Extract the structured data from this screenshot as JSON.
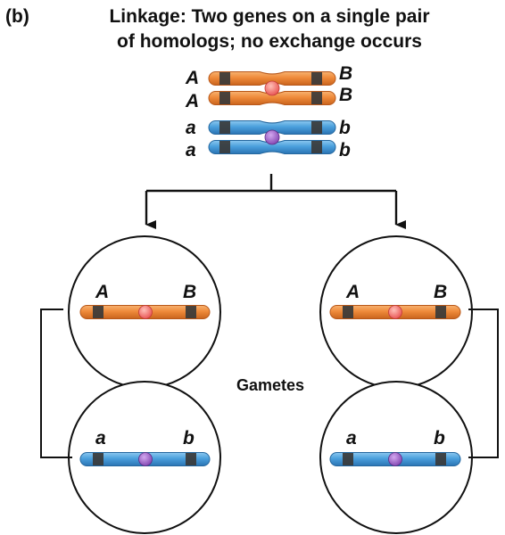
{
  "figure": {
    "panel_label": "(b)",
    "title_line1": "Linkage: Two genes on a single pair",
    "title_line2": "of homologs; no exchange occurs",
    "gametes_label": "Gametes",
    "colors": {
      "orange_chromosome": "#ef8a3a",
      "blue_chromosome": "#4a9fdc",
      "gene_band": "#3a3a3a",
      "orange_centromere": "#f26a6a",
      "blue_centromere": "#9b5fc0"
    }
  },
  "parent_homologs": {
    "orange_pair": [
      {
        "left_allele": "A",
        "right_allele": "B"
      },
      {
        "left_allele": "A",
        "right_allele": "B"
      }
    ],
    "blue_pair": [
      {
        "left_allele": "a",
        "right_allele": "b"
      },
      {
        "left_allele": "a",
        "right_allele": "b"
      }
    ]
  },
  "gametes": {
    "left_top": {
      "left_allele": "A",
      "right_allele": "B",
      "color": "orange"
    },
    "left_bottom": {
      "left_allele": "a",
      "right_allele": "b",
      "color": "blue"
    },
    "right_top": {
      "left_allele": "A",
      "right_allele": "B",
      "color": "orange"
    },
    "right_bottom": {
      "left_allele": "a",
      "right_allele": "b",
      "color": "blue"
    }
  }
}
